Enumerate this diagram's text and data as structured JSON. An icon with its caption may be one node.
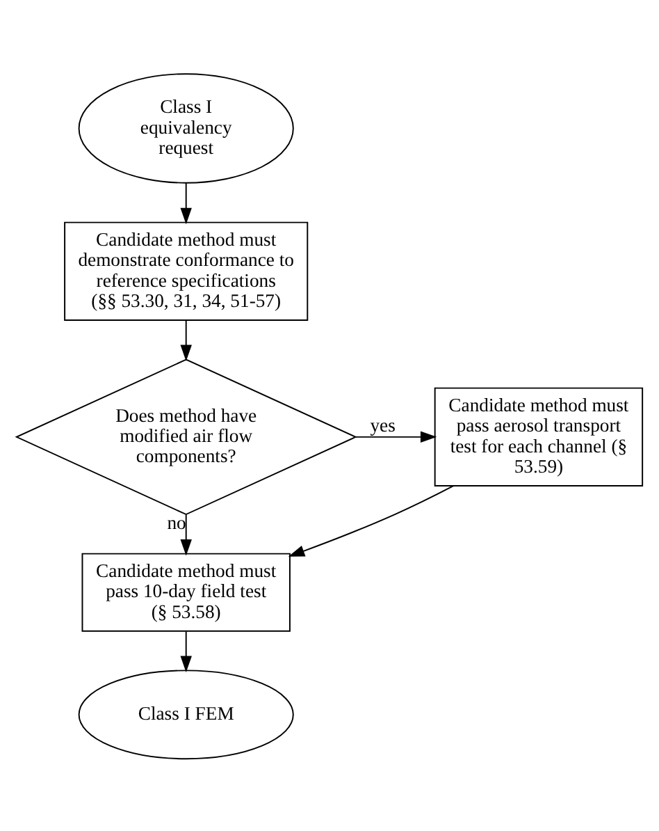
{
  "diagram": {
    "nodes": [
      {
        "text": [
          "Class I equivalency request"
        ]
      },
      {
        "text": [
          "Candidate method must demonstrate conformance to reference specifications (§§ 53.30, 31, 34, 51-57)"
        ]
      },
      {
        "text": [
          "Does method have modified air flow components?"
        ]
      },
      {
        "text": [
          "Candidate method must pass aerosol transport test for each channel (§ 53.59)"
        ]
      },
      {
        "text": [
          "Candidate method must pass 10-day field test (§ 53.58)"
        ]
      },
      {
        "text": [
          "Class I FEM"
        ]
      }
    ],
    "edges": [
      {
        "from": 0,
        "to": 1,
        "arrow": "to"
      },
      {
        "from": 1,
        "to": 2,
        "arrow": "to"
      },
      {
        "from": 2,
        "to": 3,
        "arrow": "to",
        "label": "yes"
      },
      {
        "from": 2,
        "to": 4,
        "arrow": "to",
        "label": "no"
      },
      {
        "from": 3,
        "to": 4,
        "arrow": "to"
      },
      {
        "from": 4,
        "to": 5,
        "arrow": "to"
      }
    ]
  }
}
